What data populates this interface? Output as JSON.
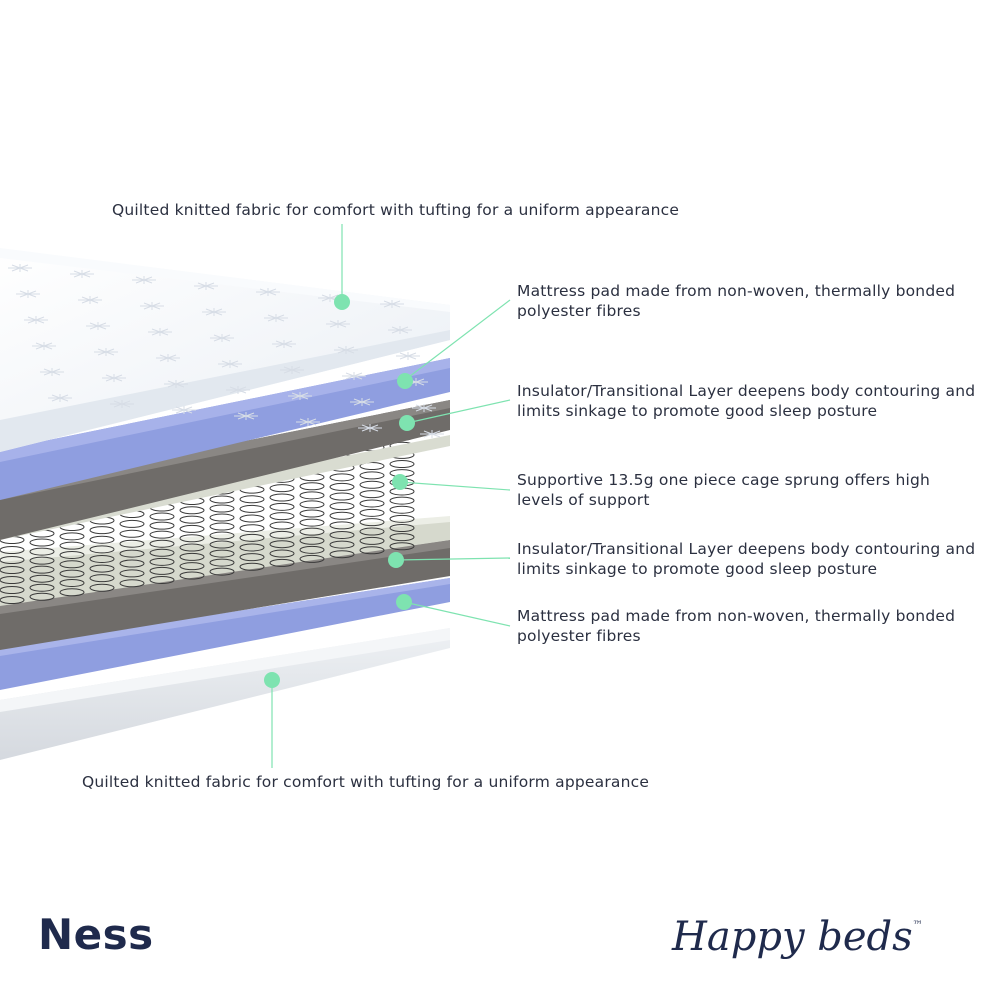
{
  "callouts": {
    "top_fabric": "Quilted knitted fabric for comfort with tufting for a uniform appearance",
    "pad_top": "Mattress pad made from non-woven, thermally bonded polyester fibres",
    "insulator_top": "Insulator/Transitional Layer deepens body contouring and limits sinkage to promote good sleep posture",
    "springs": "Supportive 13.5g one piece cage sprung offers high levels of support",
    "insulator_bottom": "Insulator/Transitional Layer deepens body contouring and limits sinkage to promote good sleep posture",
    "pad_bottom": "Mattress pad made from non-woven, thermally bonded polyester fibres",
    "bottom_fabric": "Quilted knitted fabric for comfort with tufting for a uniform appearance"
  },
  "product_name": "Ness",
  "brand": {
    "name": "Happy beds",
    "trademark": "™"
  },
  "colors": {
    "marker": "#7ee3b0",
    "fabric": "#f2f5f9",
    "pad": "#8f9ee0",
    "insulator": "#6f6c69",
    "spring_layer": "#d9dcd1",
    "text": "#2b3040",
    "brand": "#1f2a4c"
  }
}
